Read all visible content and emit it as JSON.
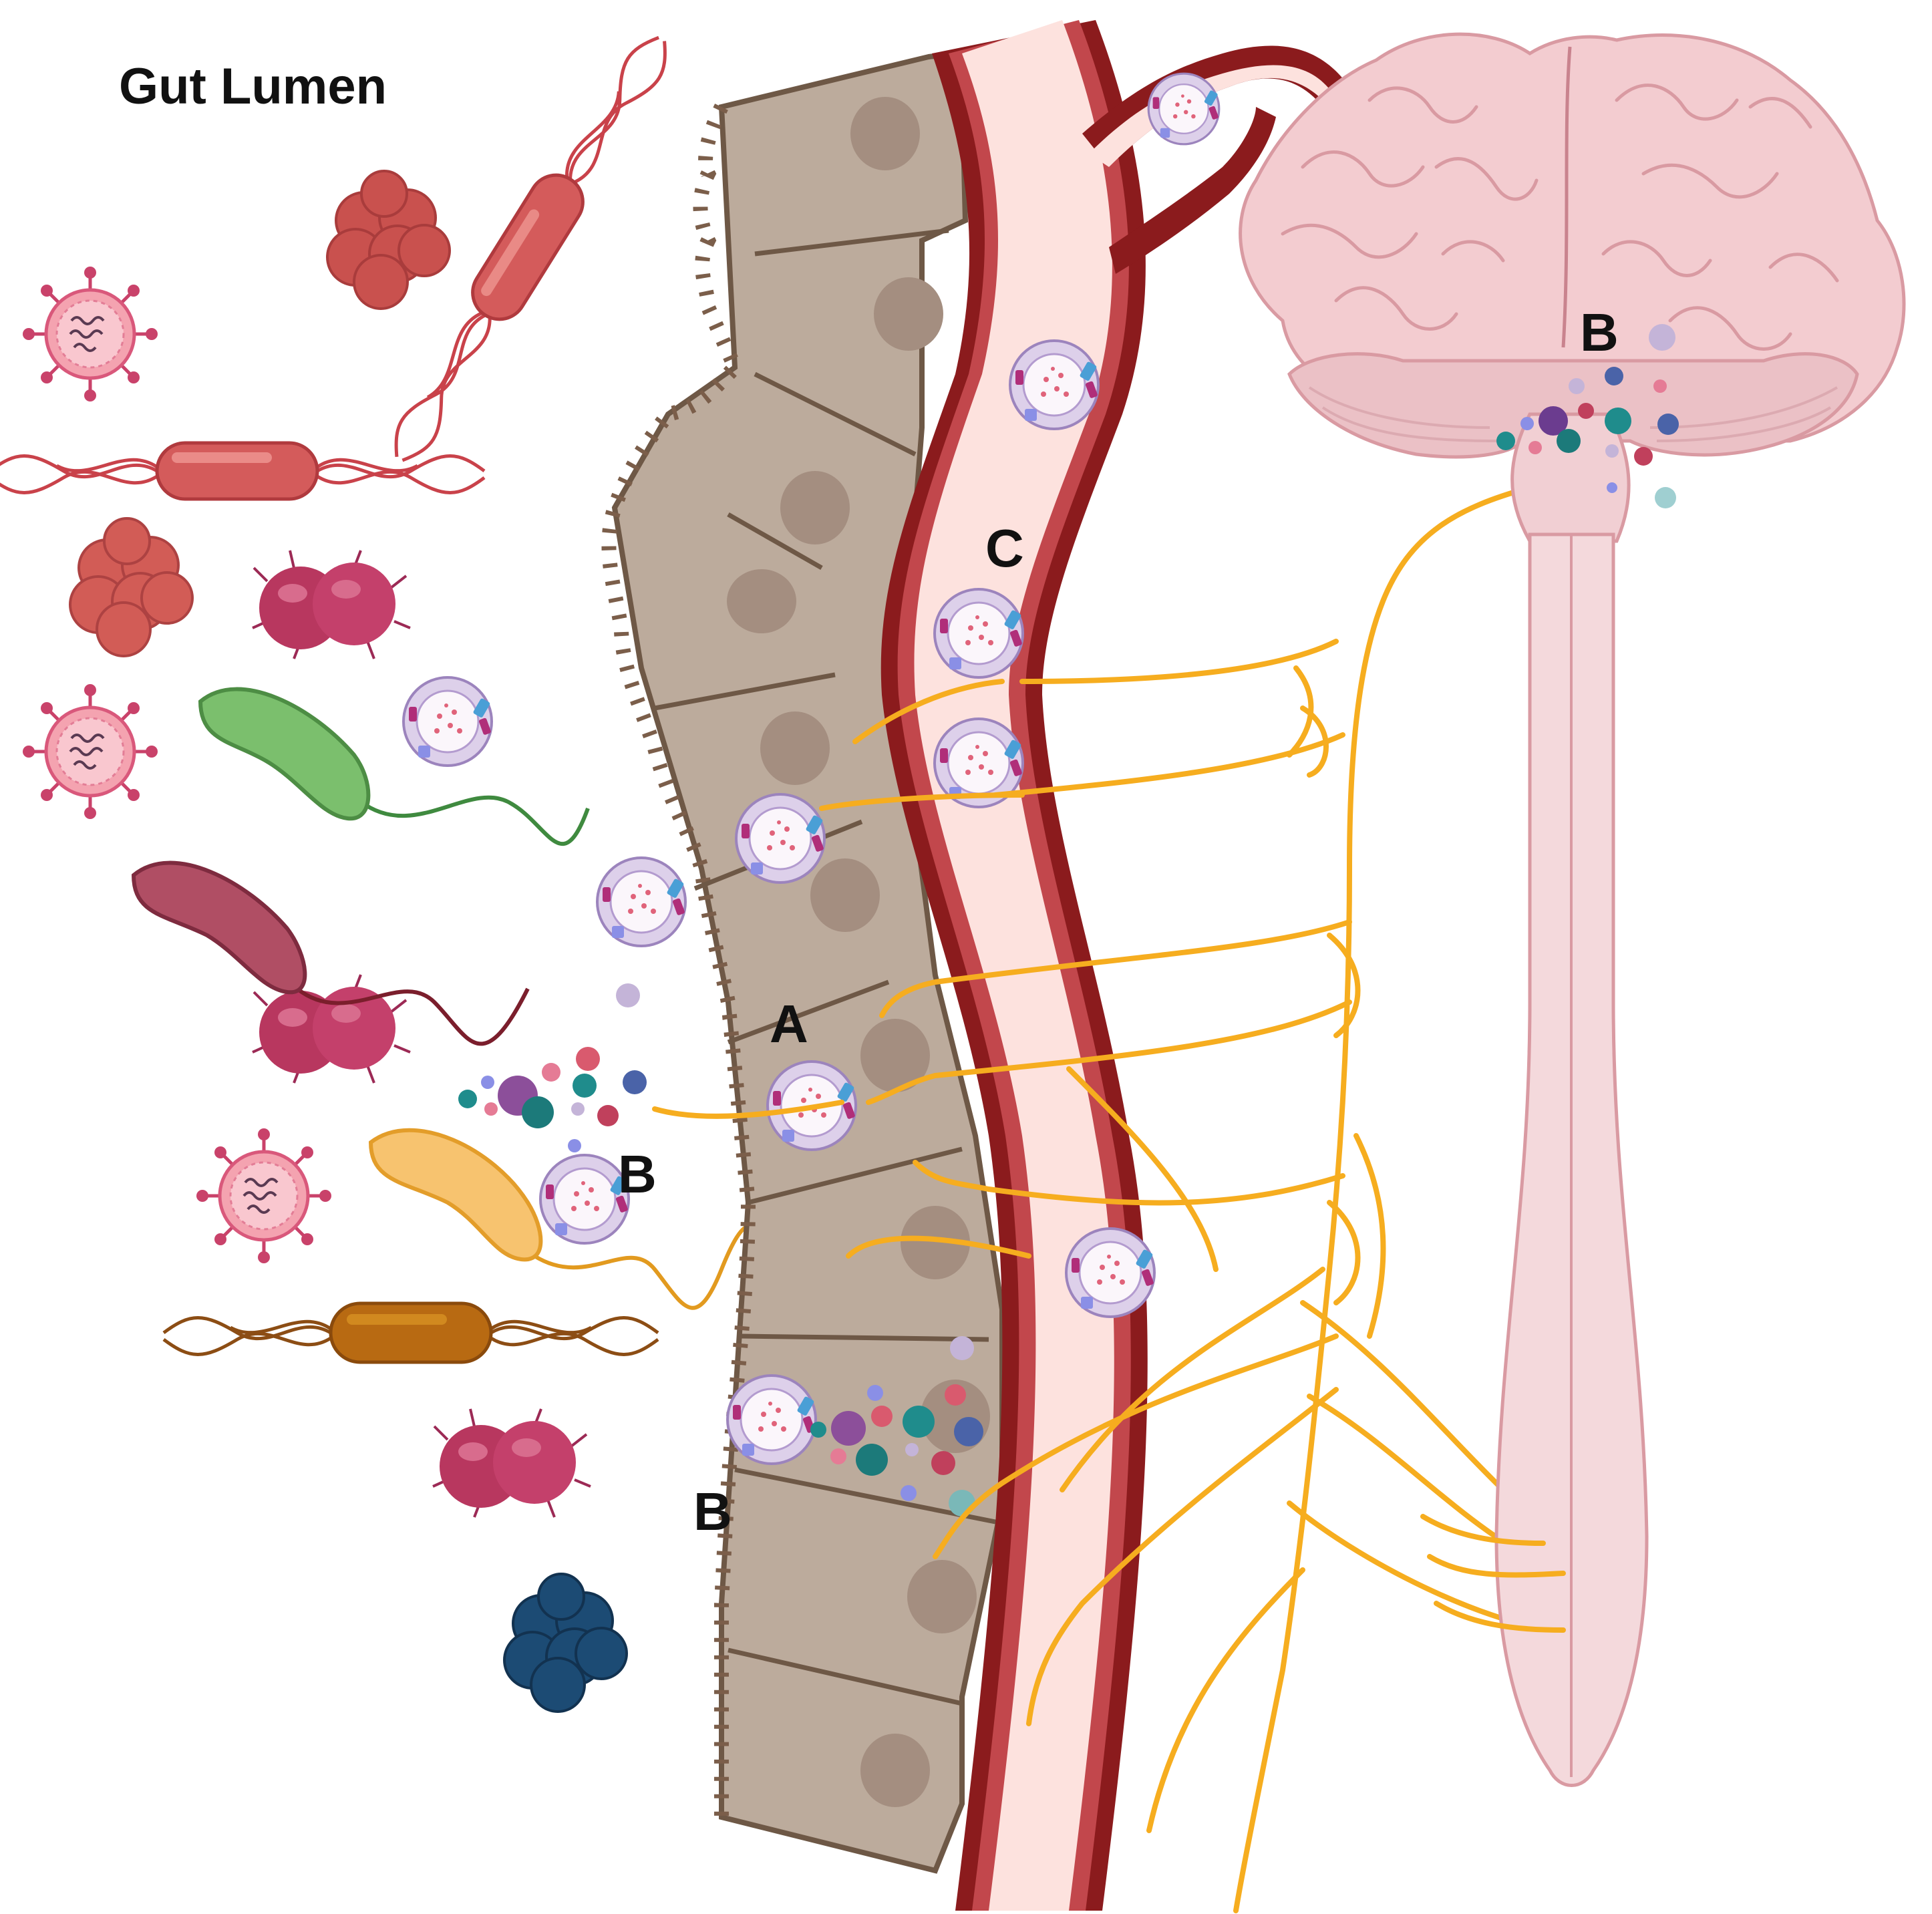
{
  "labels": {
    "title": "Gut Lumen",
    "marker_a": "A",
    "marker_b_lumen": "B",
    "marker_b_epithelium": "B",
    "marker_b_brain": "B",
    "marker_c": "C"
  },
  "colors": {
    "epithelial_cell": "#bcab9c",
    "nucleus": "#a48e80",
    "cell_outline": "#6e5846",
    "vessel_wall": "#8b1b1d",
    "vessel_lumen": "#fde2de",
    "brain": "#f3ccd0",
    "spinal_cord": "#f4d9dc",
    "nerve": "#f6ad1f",
    "exosome": "#e9dff0"
  }
}
